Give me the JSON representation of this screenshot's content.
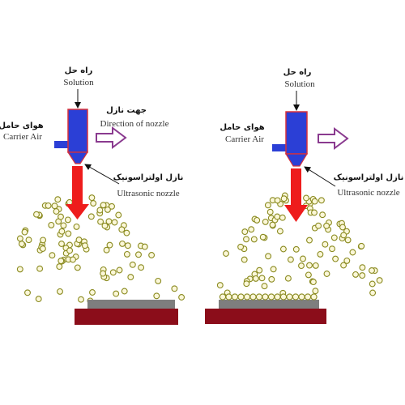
{
  "colors": {
    "nozzle_body": "#2b3fd6",
    "nozzle_outline": "#d8303a",
    "spray_arrow": "#ee1c1c",
    "direction_arrow": "#8a3a8f",
    "substrate_base": "#8b0d1a",
    "substrate_film": "#7e7e7e",
    "droplet_fill": "#fbf7d8",
    "droplet_stroke": "#8a8a20",
    "text": "#222222"
  },
  "left_panel": {
    "solution_fa": "راه حل",
    "solution_en": "Solution",
    "carrier_air_fa": "هوای حامل",
    "carrier_air_en": "Carrier Air",
    "direction_fa": "جهت نازل",
    "direction_en": "Direction of nozzle",
    "ultrasonic_fa": "نازل اولتراسونیک",
    "ultrasonic_en": "Ultrasonic nozzle"
  },
  "right_panel": {
    "solution_fa": "راه حل",
    "solution_en": "Solution",
    "carrier_air_fa": "هوای حامل",
    "carrier_air_en": "Carrier Air",
    "ultrasonic_fa": "نازل اولتراسونیک",
    "ultrasonic_en": "Ultrasonic nozzle"
  }
}
